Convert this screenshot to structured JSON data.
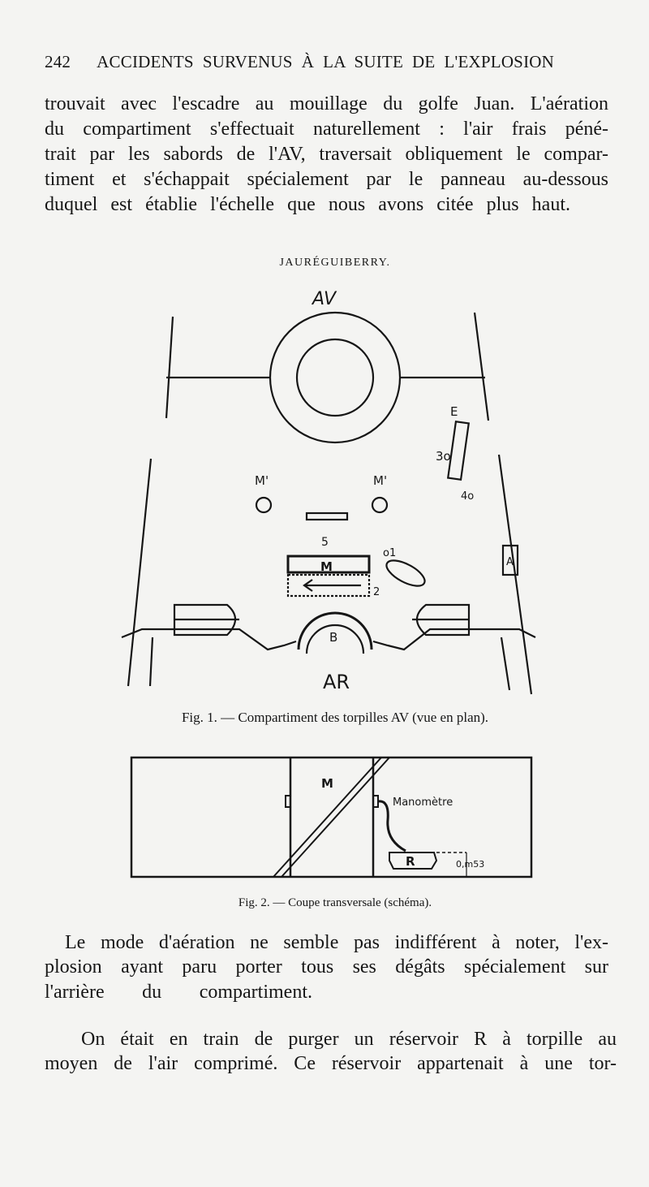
{
  "header": {
    "page_number": "242",
    "running_title": "ACCIDENTS SURVENUS À LA SUITE DE L'EXPLOSION"
  },
  "paragraph1": [
    "trouvait avec l'escadre au mouillage du golfe Juan. L'aération",
    "du compartiment s'effectuait naturellement : l'air frais péné-",
    "trait par les sabords de l'AV, traversait obliquement le compar-",
    "timent et s'échappait spécialement par le panneau au-dessous",
    "duquel est établie l'échelle que nous avons citée plus haut."
  ],
  "figure1": {
    "ship_name": "JAURÉGUIBERRY.",
    "bow_label": "AV",
    "stern_label": "AR",
    "labels": {
      "m_prime_left": "M'",
      "m_prime_right": "M'",
      "e": "E",
      "three": "3o",
      "four": "4o",
      "five": "5",
      "one": "o1",
      "two": "2",
      "m": "M",
      "b": "B",
      "a": "A"
    },
    "caption": "Fig. 1. — Compartiment des torpilles AV (vue en plan)."
  },
  "figure2": {
    "labels": {
      "m": "M",
      "manometre": "Manomètre",
      "r": "R",
      "height": "0,m53"
    },
    "caption": "Fig. 2. — Coupe transversale (schéma)."
  },
  "paragraph2": [
    "Le mode d'aération ne semble pas indifférent à noter, l'ex-",
    "plosion ayant paru porter tous ses dégâts spécialement sur",
    "l'arrière du compartiment."
  ],
  "paragraph3": [
    "On était en train de purger un réservoir R à torpille au",
    "moyen de l'air comprimé. Ce réservoir appartenait à une tor-"
  ]
}
